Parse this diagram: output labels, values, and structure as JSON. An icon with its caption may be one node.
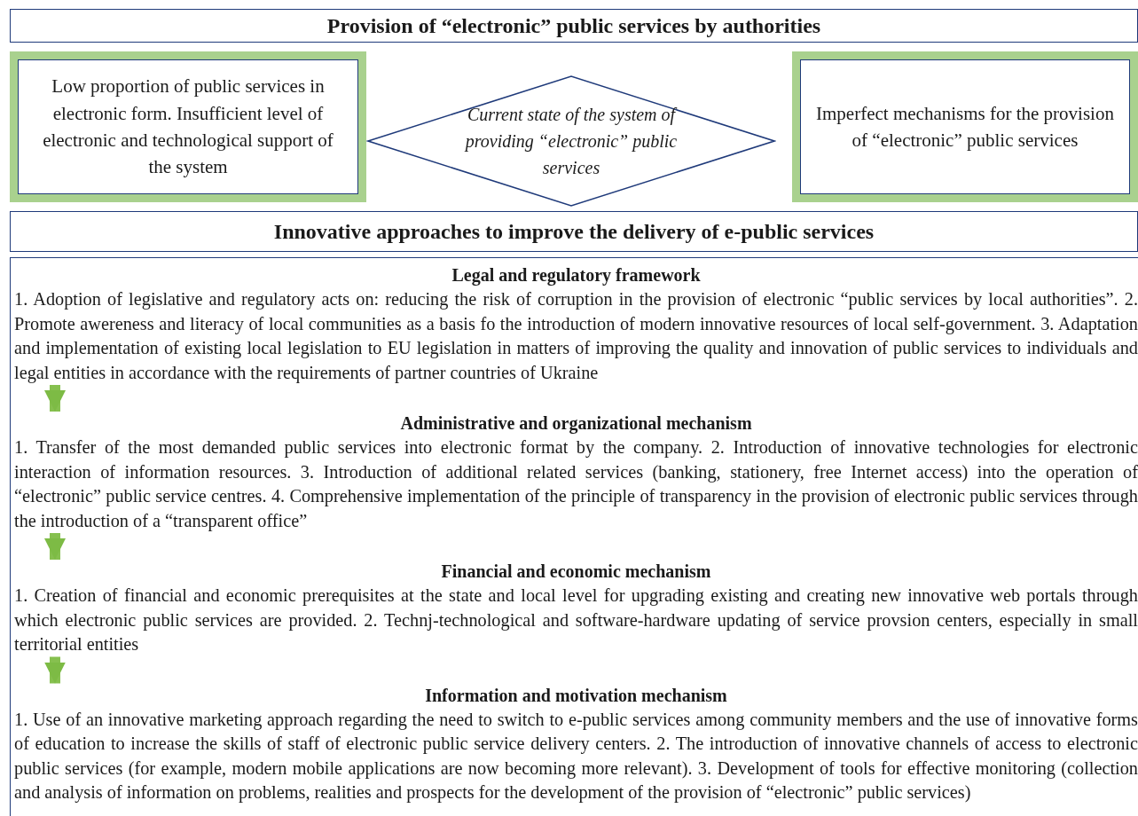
{
  "diagram": {
    "nodes": [
      {
        "text": [
          "Provision of “electronic” public services by authorities"
        ]
      },
      {
        "text": [
          "Low proportion of public services in electronic form. Insufficient level of electronic and technological support of the system"
        ]
      },
      {
        "text": [
          "Current state of the system of providing “electronic” public services"
        ]
      },
      {
        "text": [
          "Imperfect mechanisms for the provision of “electronic” public services"
        ]
      },
      {
        "text": [
          "Innovative approaches to improve the delivery of e-public services"
        ]
      },
      {
        "text": [],
        "shape": "box"
      },
      {
        "text": [
          "Legal and regulatory framework",
          "1. Adoption of legislative and regulatory acts on: reducing the risk of corruption in the provision of electronic “public services by local authorities”. 2. Promote awereness and literacy of local communities as a basis fo the introduction of modern innovative resources of local self-government. 3. Adaptation and implementation of existing local legislation to EU legislation in matters of improving the quality and innovation of public services to individuals and legal entities in accordance with the requirements of partner countries of Ukraine"
        ],
        "in": 5
      },
      {
        "text": [
          "Administrative and organizational mechanism",
          "1. Transfer of the most demanded public services into electronic format by the company. 2. Introduction of innovative technologies for electronic interaction of information resources. 3. Introduction of additional related services (banking, stationery, free Internet access) into the operation of “electronic” public service centres. 4. Comprehensive implementation of the principle of transparency in the provision of electronic public services through the introduction of a “transparent office”"
        ],
        "in": 5
      },
      {
        "text": [
          "Financial and economic mechanism",
          "1. Creation of financial and economic prerequisites at the state and local level for upgrading existing and creating new innovative web portals through which electronic public services are provided. 2. Technj-technological and software-hardware updating of service provsion centers, especially in small territorial entities"
        ],
        "in": 5
      },
      {
        "text": [
          "Information and motivation mechanism",
          "1. Use of an innovative marketing approach regarding the need to switch to e-public services among community members and the use of innovative forms of education to increase the skills of staff of electronic public service delivery centers. 2. The introduction of innovative channels of access to electronic public services (for example, modern mobile applications are now becoming more relevant). 3. Development of tools for effective monitoring (collection and analysis of information on problems, realities and prospects for the development of the provision of “electronic” public services)"
        ],
        "in": 5
      }
    ],
    "edges": [
      {
        "from": 6,
        "to": 7,
        "arrow": "to"
      },
      {
        "from": 7,
        "to": 8,
        "arrow": "to"
      },
      {
        "from": 8,
        "to": 9,
        "arrow": "to"
      }
    ]
  }
}
